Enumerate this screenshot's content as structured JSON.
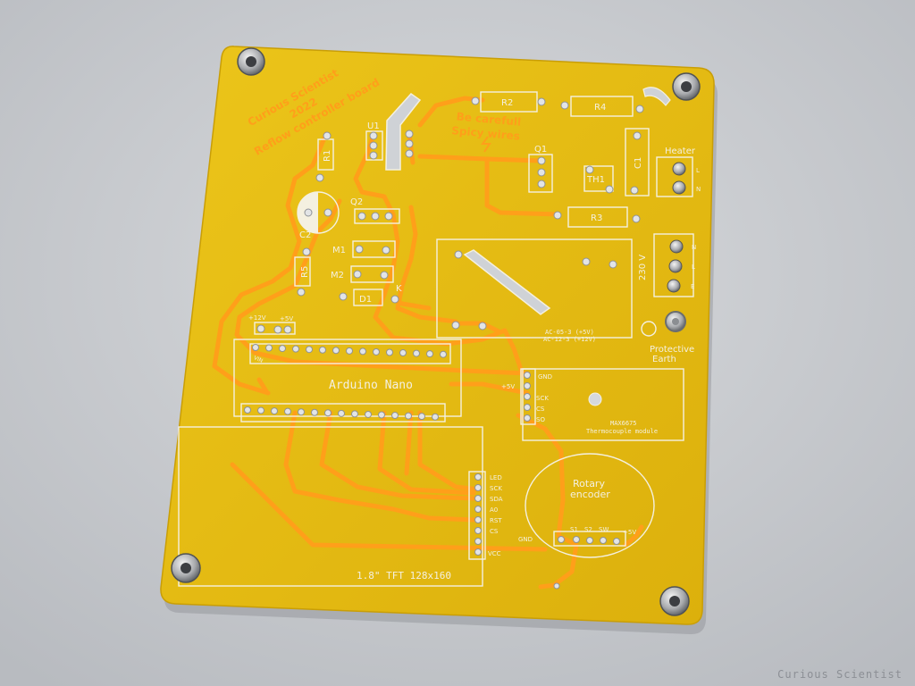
{
  "copper_text": {
    "brand": "Curious Scientist",
    "year": "2022",
    "product": "Reflow controller board",
    "warning_1": "Be carefull",
    "warning_2": "Spicy wires"
  },
  "labels": {
    "u1": "U1",
    "r1": "R1",
    "r2": "R2",
    "r3": "R3",
    "r4": "R4",
    "r5": "R5",
    "c1": "C1",
    "c2": "C2",
    "q1": "Q1",
    "q2": "Q2",
    "m1": "M1",
    "m2": "M2",
    "d1": "D1",
    "k": "K",
    "th1": "TH1",
    "heater": "Heater",
    "heater_l": "L",
    "heater_n": "N",
    "mains_n": "N",
    "mains_l": "L",
    "mains_e": "E",
    "mains_v": "230 V",
    "ssr_1": "AC-05-3 (+5V)",
    "ssr_2": "AC-12-3 (+12V)",
    "pe_1": "Protective",
    "pe_2": "Earth",
    "v12": "+12V",
    "v5": "+5V",
    "vin": "VIN",
    "nano": "Arduino Nano",
    "max_gnd": "GND",
    "max_5v": "+5V",
    "max_sck": "SCK",
    "max_cs": "CS",
    "max_so": "SO",
    "max_name": "MAX6675",
    "max_desc": "Thermocouple module",
    "tft_led": "LED",
    "tft_sck": "SCK",
    "tft_sda": "SDA",
    "tft_a0": "A0",
    "tft_rst": "RST",
    "tft_cs": "CS",
    "tft_gnd": "GND",
    "tft_vcc": "VCC",
    "tft_name": "1.8\" TFT 128x160",
    "enc_1": "Rotary",
    "enc_2": "encoder",
    "enc_s1": "S1",
    "enc_s2": "S2",
    "enc_sw": "SW",
    "enc_5v": "+5V"
  },
  "watermark": "Curious Scientist",
  "colors": {
    "board": "#e6bd12",
    "copper": "#ff9f1a",
    "silkscreen": "#f4f0e0",
    "background": "#c9ccd0"
  }
}
